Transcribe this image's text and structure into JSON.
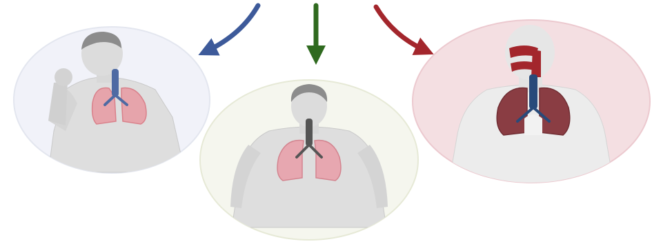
{
  "arrows": [
    {
      "name": "arrow-blue",
      "color": "#3d5a9a"
    },
    {
      "name": "arrow-green",
      "color": "#2f6a1f"
    },
    {
      "name": "arrow-red",
      "color": "#a3262c"
    }
  ],
  "panels": [
    {
      "name": "panel-coughing-person",
      "bg": "#f1f2f9",
      "border": "#e3e6ef",
      "lung_color": "#e89aa3",
      "airway_color": "#4e6aa3"
    },
    {
      "name": "panel-obese-person",
      "bg": "#f5f6ee",
      "border": "#e6e9d6",
      "lung_color": "#e7a7b0",
      "airway_color": "#555555"
    },
    {
      "name": "panel-airway-person",
      "bg": "#f4dfe2",
      "border": "#ecc9cf",
      "lung_color": "#8a3d43",
      "airway_color": "#284a7a"
    }
  ],
  "colors": {
    "skin": "#dedede",
    "skin_shadow": "#c9c9c9",
    "hair": "#8c8c8c",
    "outline": "#a8a8a8"
  }
}
